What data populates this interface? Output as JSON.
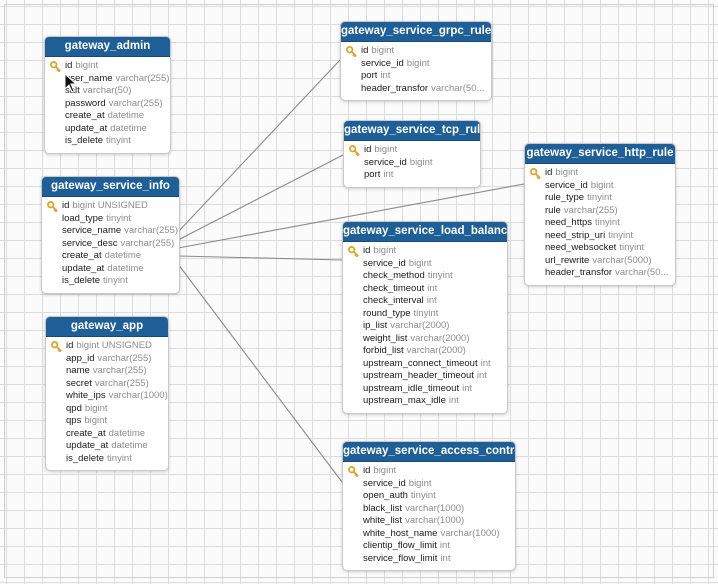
{
  "tables": [
    {
      "key": "gateway_admin",
      "title": "gateway_admin",
      "fields": [
        {
          "name": "id",
          "type": "bigint",
          "pk": true
        },
        {
          "name": "user_name",
          "type": "varchar(255)"
        },
        {
          "name": "salt",
          "type": "varchar(50)"
        },
        {
          "name": "password",
          "type": "varchar(255)"
        },
        {
          "name": "create_at",
          "type": "datetime"
        },
        {
          "name": "update_at",
          "type": "datetime"
        },
        {
          "name": "is_delete",
          "type": "tinyint"
        }
      ]
    },
    {
      "key": "gateway_service_info",
      "title": "gateway_service_info",
      "fields": [
        {
          "name": "id",
          "type": "bigint UNSIGNED",
          "pk": true
        },
        {
          "name": "load_type",
          "type": "tinyint"
        },
        {
          "name": "service_name",
          "type": "varchar(255)"
        },
        {
          "name": "service_desc",
          "type": "varchar(255)"
        },
        {
          "name": "create_at",
          "type": "datetime"
        },
        {
          "name": "update_at",
          "type": "datetime"
        },
        {
          "name": "is_delete",
          "type": "tinyint"
        }
      ]
    },
    {
      "key": "gateway_app",
      "title": "gateway_app",
      "fields": [
        {
          "name": "id",
          "type": "bigint UNSIGNED",
          "pk": true
        },
        {
          "name": "app_id",
          "type": "varchar(255)"
        },
        {
          "name": "name",
          "type": "varchar(255)"
        },
        {
          "name": "secret",
          "type": "varchar(255)"
        },
        {
          "name": "white_ips",
          "type": "varchar(1000)"
        },
        {
          "name": "qpd",
          "type": "bigint"
        },
        {
          "name": "qps",
          "type": "bigint"
        },
        {
          "name": "create_at",
          "type": "datetime"
        },
        {
          "name": "update_at",
          "type": "datetime"
        },
        {
          "name": "is_delete",
          "type": "tinyint"
        }
      ]
    },
    {
      "key": "gateway_service_grpc_rule",
      "title": "gateway_service_grpc_rule",
      "fields": [
        {
          "name": "id",
          "type": "bigint",
          "pk": true
        },
        {
          "name": "service_id",
          "type": "bigint"
        },
        {
          "name": "port",
          "type": "int"
        },
        {
          "name": "header_transfor",
          "type": "varchar(50..."
        }
      ]
    },
    {
      "key": "gateway_service_tcp_rule",
      "title": "gateway_service_tcp_rule",
      "fields": [
        {
          "name": "id",
          "type": "bigint",
          "pk": true
        },
        {
          "name": "service_id",
          "type": "bigint"
        },
        {
          "name": "port",
          "type": "int"
        }
      ]
    },
    {
      "key": "gateway_service_load_balance",
      "title": "gateway_service_load_balance",
      "fields": [
        {
          "name": "id",
          "type": "bigint",
          "pk": true
        },
        {
          "name": "service_id",
          "type": "bigint"
        },
        {
          "name": "check_method",
          "type": "tinyint"
        },
        {
          "name": "check_timeout",
          "type": "int"
        },
        {
          "name": "check_interval",
          "type": "int"
        },
        {
          "name": "round_type",
          "type": "tinyint"
        },
        {
          "name": "ip_list",
          "type": "varchar(2000)"
        },
        {
          "name": "weight_list",
          "type": "varchar(2000)"
        },
        {
          "name": "forbid_list",
          "type": "varchar(2000)"
        },
        {
          "name": "upstream_connect_timeout",
          "type": "int"
        },
        {
          "name": "upstream_header_timeout",
          "type": "int"
        },
        {
          "name": "upstream_idle_timeout",
          "type": "int"
        },
        {
          "name": "upstream_max_idle",
          "type": "int"
        }
      ]
    },
    {
      "key": "gateway_service_http_rule",
      "title": "gateway_service_http_rule",
      "fields": [
        {
          "name": "id",
          "type": "bigint",
          "pk": true
        },
        {
          "name": "service_id",
          "type": "bigint"
        },
        {
          "name": "rule_type",
          "type": "tinyint"
        },
        {
          "name": "rule",
          "type": "varchar(255)"
        },
        {
          "name": "need_https",
          "type": "tinyint"
        },
        {
          "name": "need_strip_uri",
          "type": "tinyint"
        },
        {
          "name": "need_websocket",
          "type": "tinyint"
        },
        {
          "name": "url_rewrite",
          "type": "varchar(5000)"
        },
        {
          "name": "header_transfor",
          "type": "varchar(50..."
        }
      ]
    },
    {
      "key": "gateway_service_access_control",
      "title": "gateway_service_access_control",
      "fields": [
        {
          "name": "id",
          "type": "bigint",
          "pk": true
        },
        {
          "name": "service_id",
          "type": "bigint"
        },
        {
          "name": "open_auth",
          "type": "tinyint"
        },
        {
          "name": "black_list",
          "type": "varchar(1000)"
        },
        {
          "name": "white_list",
          "type": "varchar(1000)"
        },
        {
          "name": "white_host_name",
          "type": "varchar(1000)"
        },
        {
          "name": "clientip_flow_limit",
          "type": "int"
        },
        {
          "name": "service_flow_limit",
          "type": "int"
        }
      ]
    }
  ],
  "relations": [
    {
      "from": "gateway_service_info",
      "to": "gateway_service_grpc_rule"
    },
    {
      "from": "gateway_service_info",
      "to": "gateway_service_tcp_rule"
    },
    {
      "from": "gateway_service_info",
      "to": "gateway_service_http_rule"
    },
    {
      "from": "gateway_service_info",
      "to": "gateway_service_load_balance"
    },
    {
      "from": "gateway_service_info",
      "to": "gateway_service_access_control"
    }
  ],
  "colors": {
    "header": "#1f5f97",
    "link": "#8a8a8a",
    "key_icon": "#e1a52a",
    "type_text": "#8d8d8d"
  }
}
